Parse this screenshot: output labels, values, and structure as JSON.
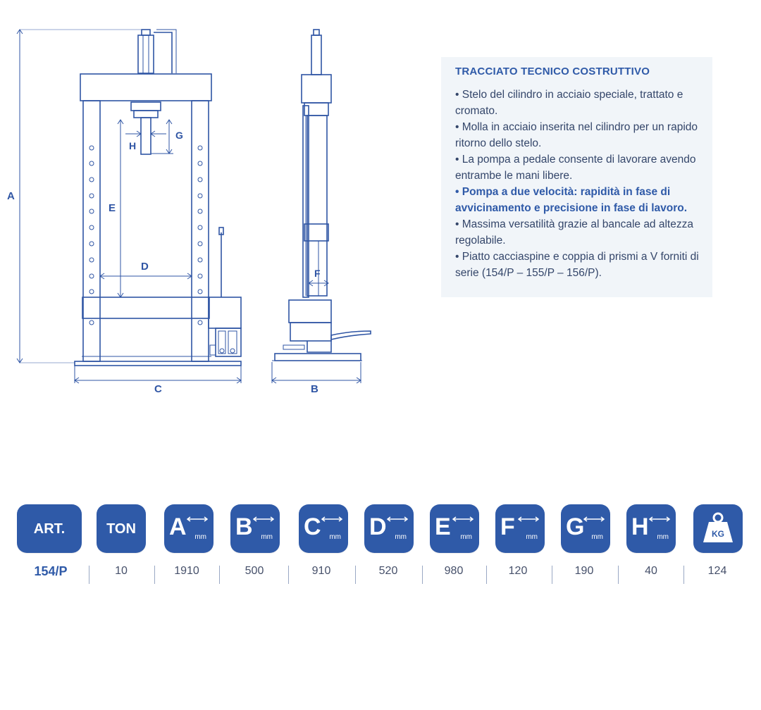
{
  "drawing": {
    "dimension_labels": {
      "a": "A",
      "b": "B",
      "c": "C",
      "d": "D",
      "e": "E",
      "f": "F",
      "g": "G",
      "h": "H"
    }
  },
  "info": {
    "title": "TRACCIATO TECNICO COSTRUTTIVO",
    "bullets": [
      "• Stelo del cilindro in acciaio speciale, trattato e cromato.",
      "• Molla in acciaio inserita nel cilindro per un rapido ritorno dello stelo.",
      "• La pompa a pedale consente di lavorare avendo entrambe le mani libere.",
      "• Pompa a due velocità: rapidità in fase di avvicinamento e precisione in fase di lavoro.",
      "• Massima versatilità grazie al bancale ad altezza regolabile.",
      "• Piatto cacciaspine e coppia di prismi a V forniti di serie (154/P – 155/P – 156/P)."
    ]
  },
  "specs": {
    "color": "#2f5aa8",
    "unit": "mm",
    "headers": {
      "art": "ART.",
      "ton": "TON",
      "a": "A",
      "b": "B",
      "c": "C",
      "d": "D",
      "e": "E",
      "f": "F",
      "g": "G",
      "h": "H",
      "kg": "KG"
    },
    "values": {
      "art": "154/P",
      "ton": "10",
      "a": "1910",
      "b": "500",
      "c": "910",
      "d": "520",
      "e": "980",
      "f": "120",
      "g": "190",
      "h": "40",
      "kg": "124"
    }
  }
}
